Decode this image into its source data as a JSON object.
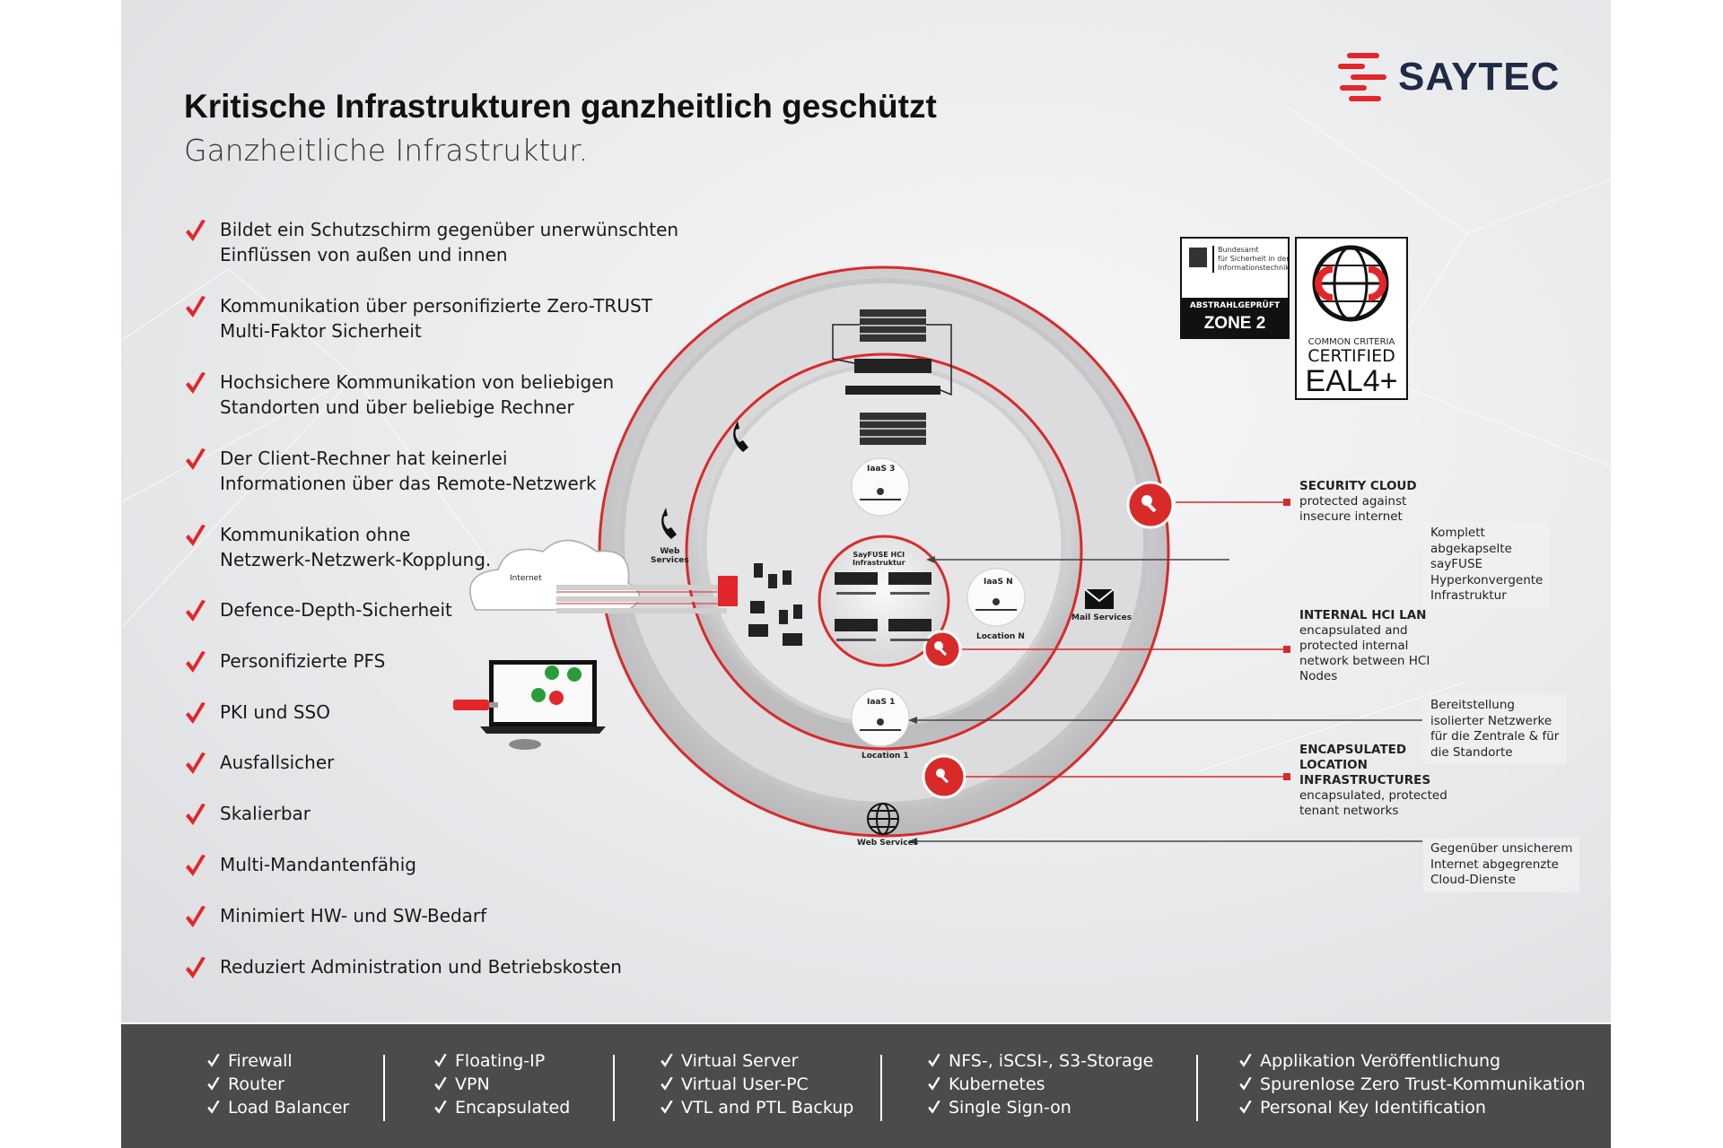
{
  "header": {
    "title": "Kritische Infrastrukturen ganzheitlich geschützt",
    "subtitle": "Ganzheitliche Infrastruktur.",
    "brand": "SAYTEC"
  },
  "features": [
    "Bildet ein Schutzschirm gegenüber unerwünschten\nEinflüssen von außen und innen",
    "Kommunikation über personifizierte Zero-TRUST\nMulti-Faktor Sicherheit",
    "Hochsichere Kommunikation von beliebigen\nStandorten und über beliebige Rechner",
    "Der Client-Rechner hat keinerlei\nInformationen über das Remote-Netzwerk",
    "Kommunikation ohne\nNetzwerk-Netzwerk-Kopplung.",
    "Defence-Depth-Sicherheit",
    "Personifizierte PFS",
    "PKI  und SSO",
    "Ausfallsicher",
    "Skalierbar",
    "Multi-Mandantenfähig",
    "Minimiert HW- und SW-Bedarf",
    "Reduziert Administration und Betriebskosten"
  ],
  "badges": {
    "bsi": {
      "authority": "Bundesamt\nfür Sicherheit in der\nInformationstechnik",
      "line1": "ABSTRAHLGEPRÜFT",
      "line2": "ZONE 2"
    },
    "cc": {
      "line1": "COMMON CRITERIA",
      "line2": "CERTIFIED",
      "line3": "EAL4+"
    }
  },
  "diagram": {
    "web_services_top": "Web\nServices",
    "mail_services": "Mail Services",
    "web_services_bottom": "Web Services",
    "internet": "Internet",
    "iaas3": "IaaS 3",
    "iaasN": "IaaS N",
    "locationN": "Location N",
    "iaas1": "IaaS 1",
    "location1": "Location 1",
    "hci": "SayFUSE HCI\nInfrastruktur"
  },
  "callouts": {
    "security_cloud": {
      "title": "SECURITY CLOUD",
      "text": "protected against\ninsecure internet"
    },
    "internal_hci": {
      "title": "INTERNAL HCI LAN",
      "text": "encapsulated and\nprotected internal\nnetwork between HCI\nNodes"
    },
    "encapsulated": {
      "title": "ENCAPSULATED\nLOCATION\nINFRASTRUCTURES",
      "text": "encapsulated, protected\ntenant networks"
    }
  },
  "notes": {
    "komplett": "Komplett\nabgekapselte\nsayFUSE\nHyperkonvergente\nInfrastruktur",
    "bereitstellung": "Bereitstellung\nisolierter Netzwerke\nfür die Zentrale & für\ndie Standorte",
    "gegenueber": "Gegenüber unsicherem\nInternet abgegrenzte\nCloud-Dienste"
  },
  "bottom_bar": [
    [
      "Firewall",
      "Router",
      "Load Balancer"
    ],
    [
      "Floating-IP",
      "VPN",
      "Encapsulated"
    ],
    [
      "Virtual Server",
      "Virtual User-PC",
      "VTL and PTL Backup"
    ],
    [
      "NFS-, iSCSI-, S3-Storage",
      "Kubernetes",
      "Single Sign-on"
    ],
    [
      "Applikation Veröffentlichung",
      "Spurenlose Zero Trust-Kommunikation",
      "Personal Key Identification"
    ]
  ],
  "colors": {
    "accent": "#e3262b",
    "brand": "#1f2a44",
    "bar": "#4b4b4d"
  }
}
